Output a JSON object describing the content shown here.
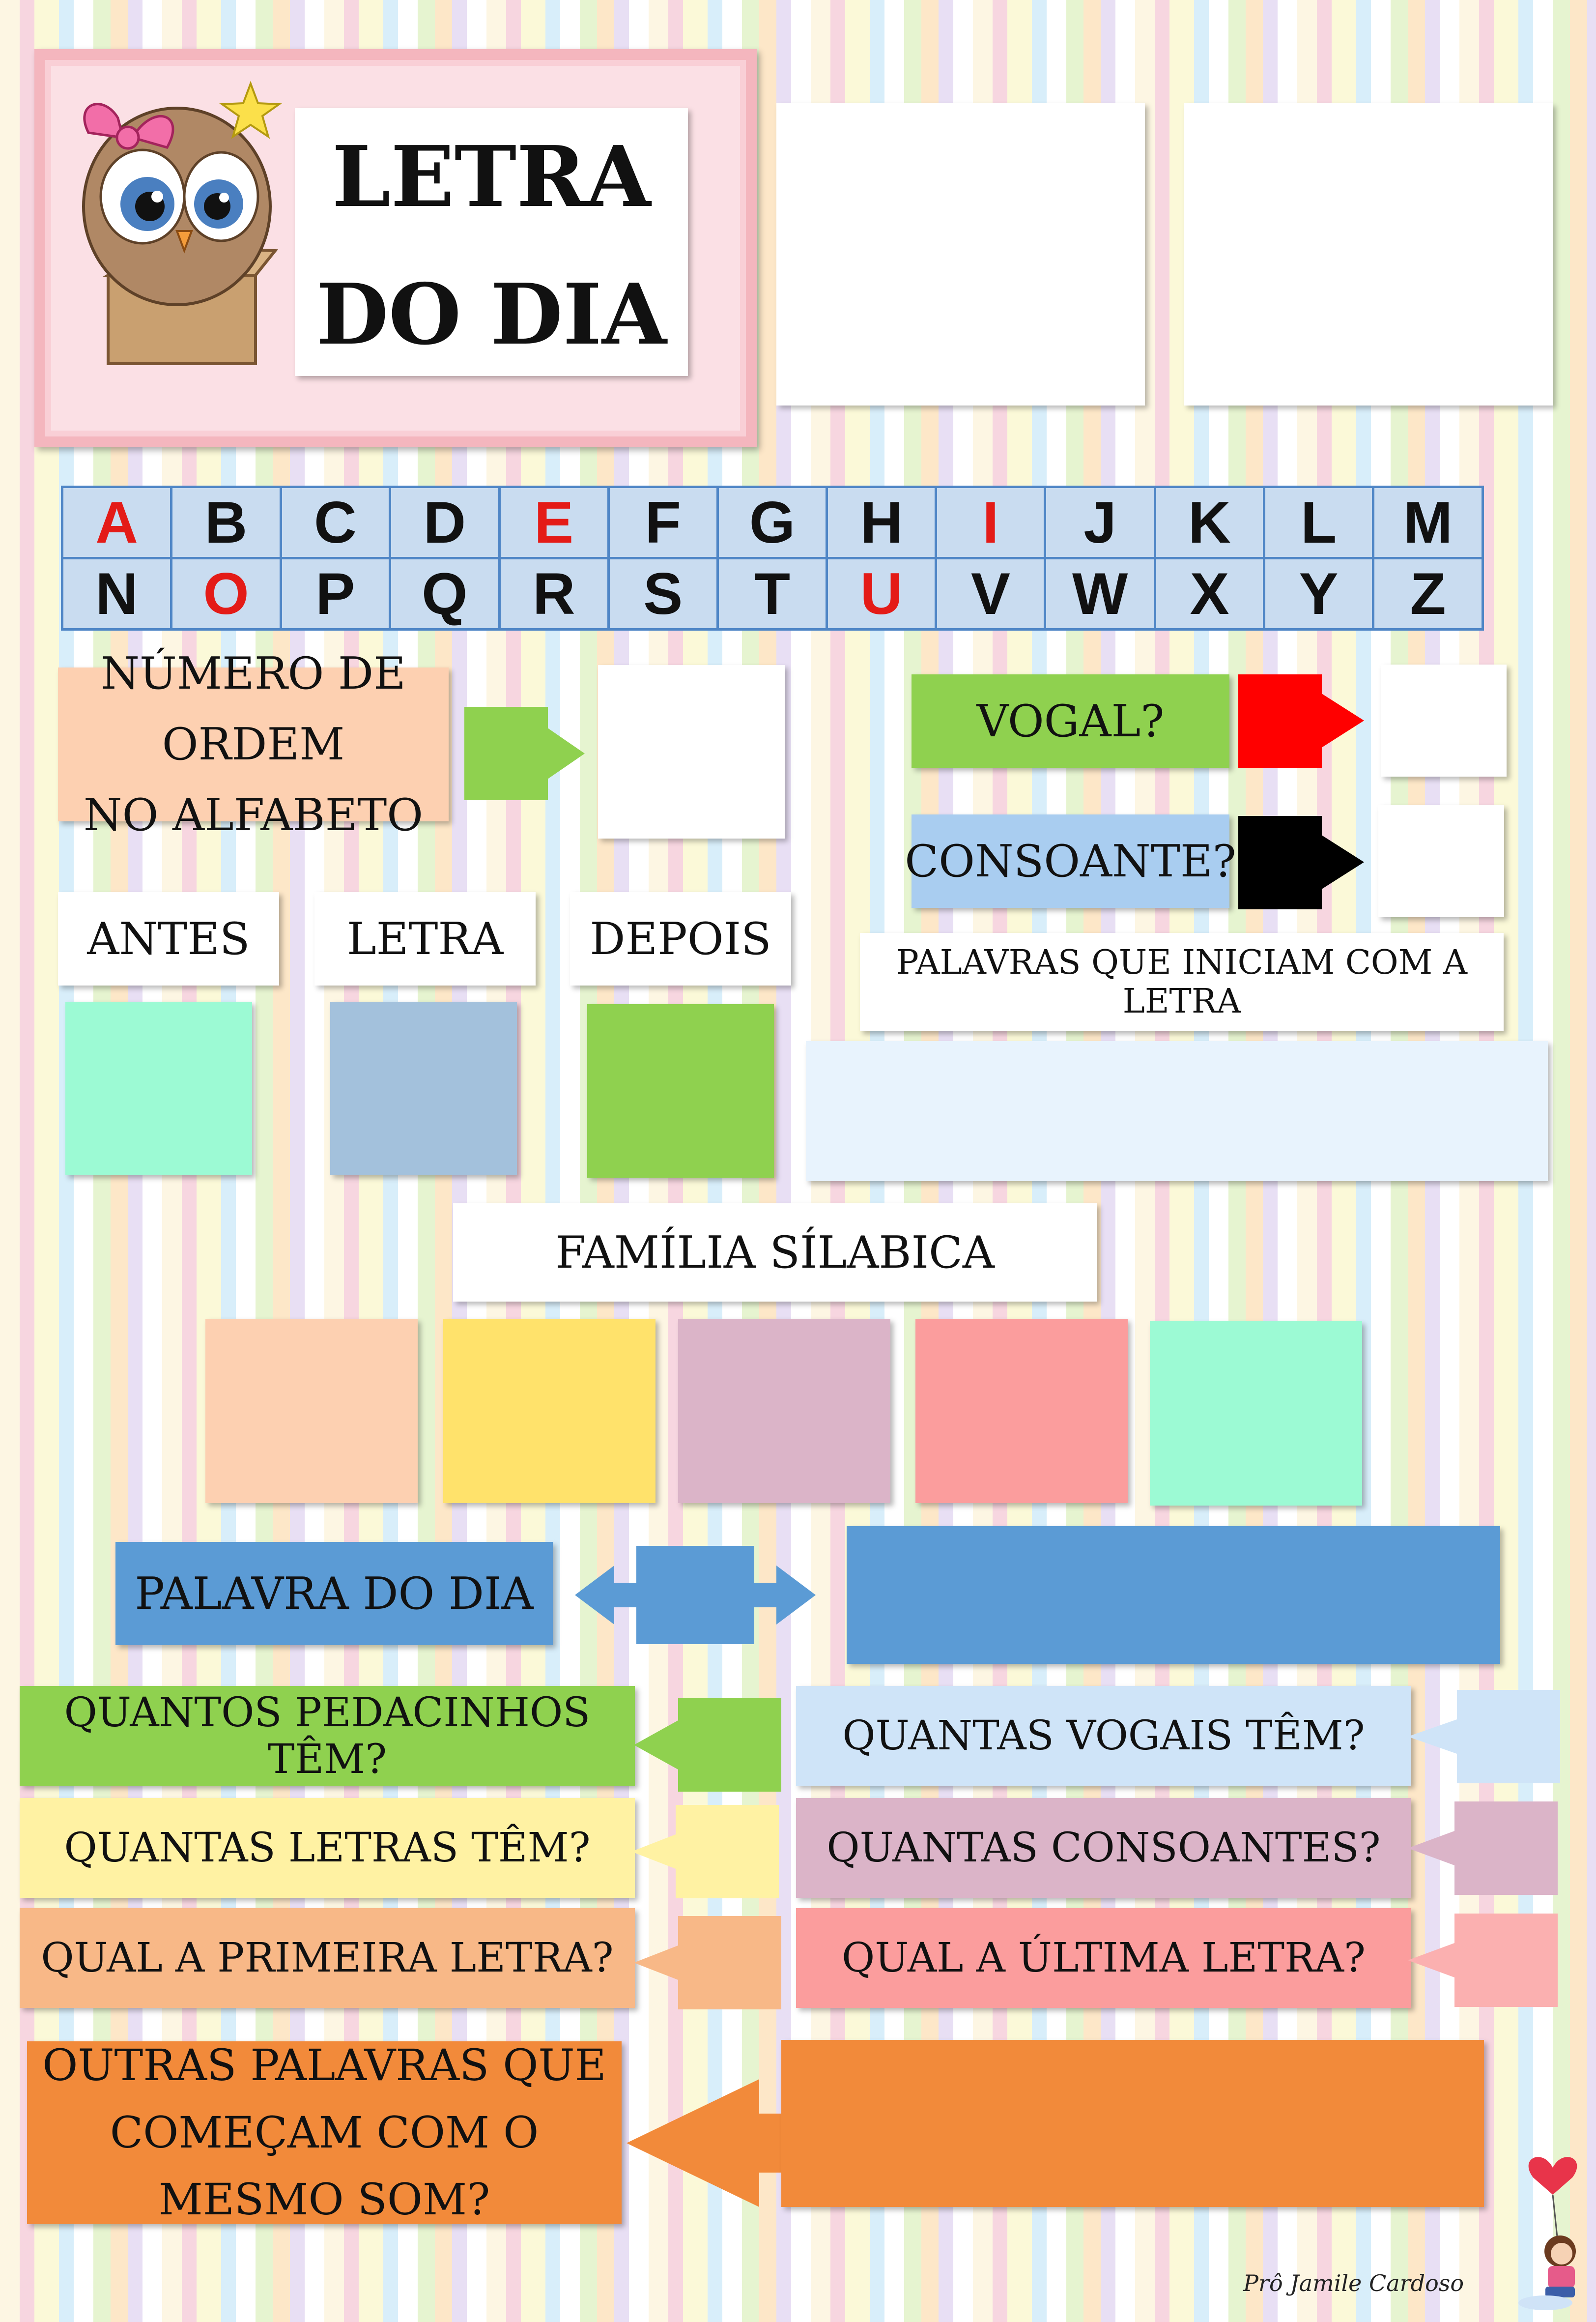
{
  "header": {
    "title_line1": "LETRA",
    "title_line2": "DO DIA"
  },
  "alphabet": {
    "row1": [
      "A",
      "B",
      "C",
      "D",
      "E",
      "F",
      "G",
      "H",
      "I",
      "J",
      "K",
      "L",
      "M"
    ],
    "row2": [
      "N",
      "O",
      "P",
      "Q",
      "R",
      "S",
      "T",
      "U",
      "V",
      "W",
      "X",
      "Y",
      "Z"
    ],
    "vowels": [
      "A",
      "E",
      "I",
      "O",
      "U"
    ],
    "vowel_color": "#e41b17"
  },
  "labels": {
    "ordem_line1": "NÚMERO DE ORDEM",
    "ordem_line2": "NO ALFABETO",
    "vogal": "VOGAL?",
    "consoante": "CONSOANTE?",
    "antes": "ANTES",
    "letra": "LETRA",
    "depois": "DEPOIS",
    "palavras_iniciam": "PALAVRAS  QUE INICIAM COM  A LETRA",
    "familia": "FAMÍLIA SÍLABICA",
    "palavra_dia": "PALAVRA DO DIA",
    "pedacinhos": "QUANTOS PEDACINHOS TÊM?",
    "vogais": "QUANTAS VOGAIS TÊM?",
    "letras": "QUANTAS LETRAS TÊM?",
    "consoantes": "QUANTAS CONSOANTES?",
    "primeira": "QUAL A PRIMEIRA LETRA?",
    "ultima": "QUAL A ÚLTIMA LETRA?",
    "outras_line1": "OUTRAS PALAVRAS QUE",
    "outras_line2": "COMEÇAM COM O MESMO SOM?"
  },
  "signature": "Prô Jamile Cardoso",
  "colors": {
    "green": "#8fd14f",
    "blue_light": "#a9cdf0",
    "blue_mid": "#5b9bd5",
    "peach": "#fdd0b1",
    "yellow": "#ffe26b",
    "mauve": "#dbb4c8",
    "salmon": "#fb9d9d",
    "mint": "#9cfad4",
    "steel": "#a3c1dc",
    "orange": "#f28a3a",
    "light_yellow": "#fff2a3",
    "light_orange": "#f8b887",
    "light_pink": "#fbb0b0",
    "pale_blue": "#e8f3fd",
    "red": "#ff0000",
    "black": "#000000"
  }
}
